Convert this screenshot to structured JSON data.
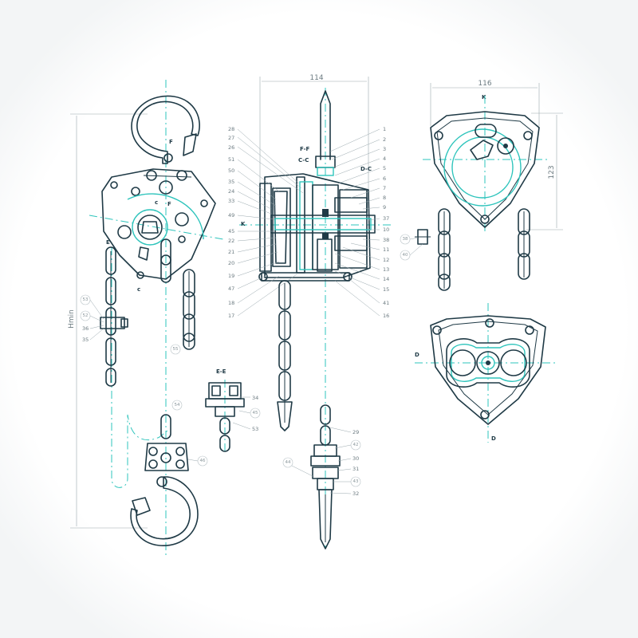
{
  "colors": {
    "line": "#1f3a46",
    "accent": "#2ec4bc",
    "thin": "#9aa8ae",
    "paper": "#ffffff"
  },
  "dimensions": {
    "top_width": "114",
    "side_width": "116",
    "side_height": "123",
    "h_min": "Hmin"
  },
  "section_labels": {
    "e_e": "E-E",
    "f_f": "F-F",
    "c_c": "C-C",
    "d_c": "D-C",
    "view_k": "K",
    "d_top": "D",
    "d_bottom": "D",
    "c_upper": "c",
    "c_lower": "c",
    "f1": "F",
    "f2": "F",
    "e": "E",
    "k_side": "K"
  },
  "left_labels": [
    "28",
    "27",
    "26",
    "51",
    "50",
    "35",
    "24",
    "33",
    "49",
    "45",
    "22",
    "21",
    "20",
    "19",
    "47",
    "18",
    "17"
  ],
  "right_labels": [
    "1",
    "2",
    "3",
    "4",
    "5",
    "6",
    "7",
    "8",
    "9",
    "37",
    "10",
    "38",
    "11",
    "12",
    "13",
    "14",
    "15",
    "41",
    "16"
  ],
  "left_view_bubbles": [
    "53",
    "52",
    "36",
    "35",
    "55",
    "54",
    "46"
  ],
  "ee_bubbles": [
    "34",
    "45",
    "53"
  ],
  "lower_bubbles": [
    "29",
    "42",
    "30",
    "31",
    "43",
    "32",
    "44"
  ],
  "side_bubbles": [
    "38",
    "40"
  ]
}
